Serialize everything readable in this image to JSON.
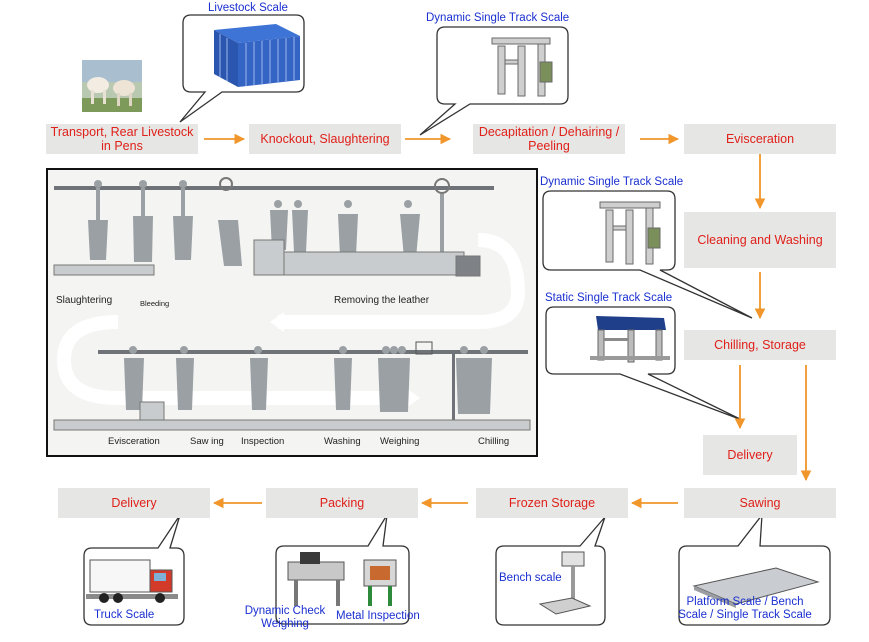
{
  "steps": {
    "transport": "Transport, Rear Livestock in Pens",
    "knockout": "Knockout, Slaughtering",
    "decapitation": "Decapitation / Dehairing / Peeling",
    "evisceration": "Evisceration",
    "cleaning": "Cleaning and Washing",
    "chilling": "Chilling, Storage",
    "delivery_mid": "Delivery",
    "sawing": "Sawing",
    "frozen": "Frozen Storage",
    "packing": "Packing",
    "delivery_end": "Delivery"
  },
  "scales": {
    "livestock": "Livestock Scale",
    "dynamic_track_top": "Dynamic Single Track Scale",
    "dynamic_track_side": "Dynamic Single Track Scale",
    "static_track": "Static Single Track Scale",
    "truck": "Truck Scale",
    "check_weighing": "Dynamic Check Weighing",
    "metal": "Metal Inspection",
    "bench": "Bench scale",
    "platform": "Platform Scale / Bench Scale / Single Track Scale"
  },
  "process": {
    "slaughtering": "Slaughtering",
    "bleeding": "Bleeding",
    "removing": "Removing the leather",
    "evisceration": "Evisceration",
    "sawing": "Saw ing",
    "inspection": "Inspection",
    "washing": "Washing",
    "weighing": "Weighing",
    "chilling": "Chilling"
  },
  "colors": {
    "step_text": "#e0201a",
    "scale_text": "#1a2fd0",
    "step_box": "#e6e6e4",
    "arrow": "#f0962a"
  }
}
